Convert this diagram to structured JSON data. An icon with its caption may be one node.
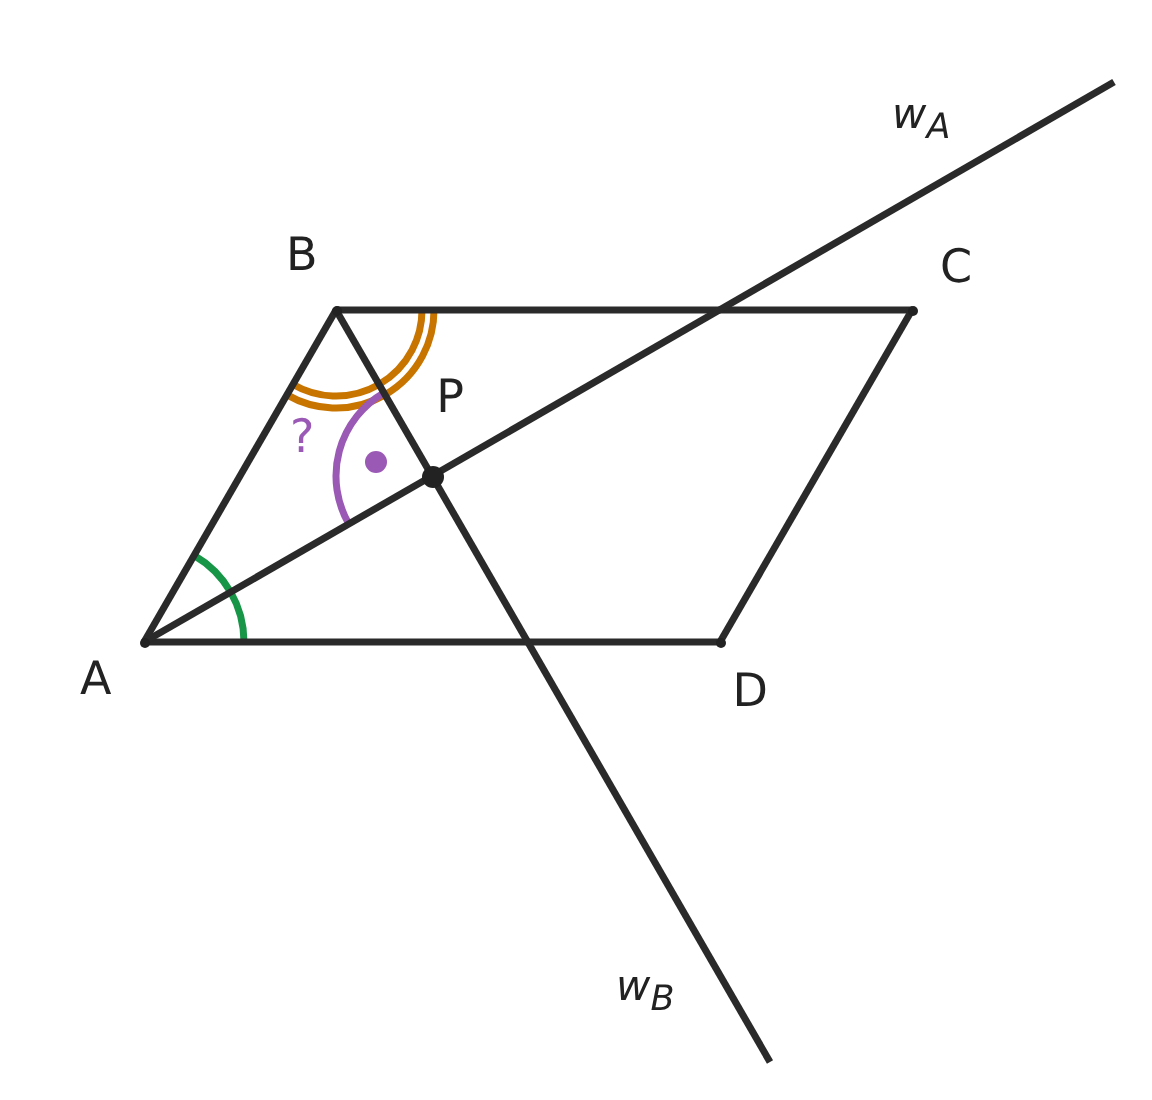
{
  "diagram": {
    "nodes": [
      {
        "text": [
          "A"
        ]
      },
      {
        "text": [
          "B"
        ]
      },
      {
        "text": [
          "C"
        ]
      },
      {
        "text": [
          "D"
        ]
      },
      {
        "text": [
          "P"
        ]
      }
    ],
    "edges": [
      {
        "from": 0,
        "to": 1,
        "arrow": "none"
      },
      {
        "from": 1,
        "to": 2,
        "arrow": "none"
      },
      {
        "from": 2,
        "to": 3,
        "arrow": "none"
      },
      {
        "from": 3,
        "to": 0,
        "arrow": "none"
      },
      {
        "from": 0,
        "to": 4,
        "arrow": "none"
      },
      {
        "from": 4,
        "to": null,
        "arrow": "none",
        "label": "w$_{A}$"
      },
      {
        "from": 1,
        "to": 4,
        "arrow": "none"
      },
      {
        "from": 4,
        "to": null,
        "arrow": "none",
        "label": "w$_{B}$"
      }
    ],
    "labels": [
      "?"
    ]
  }
}
